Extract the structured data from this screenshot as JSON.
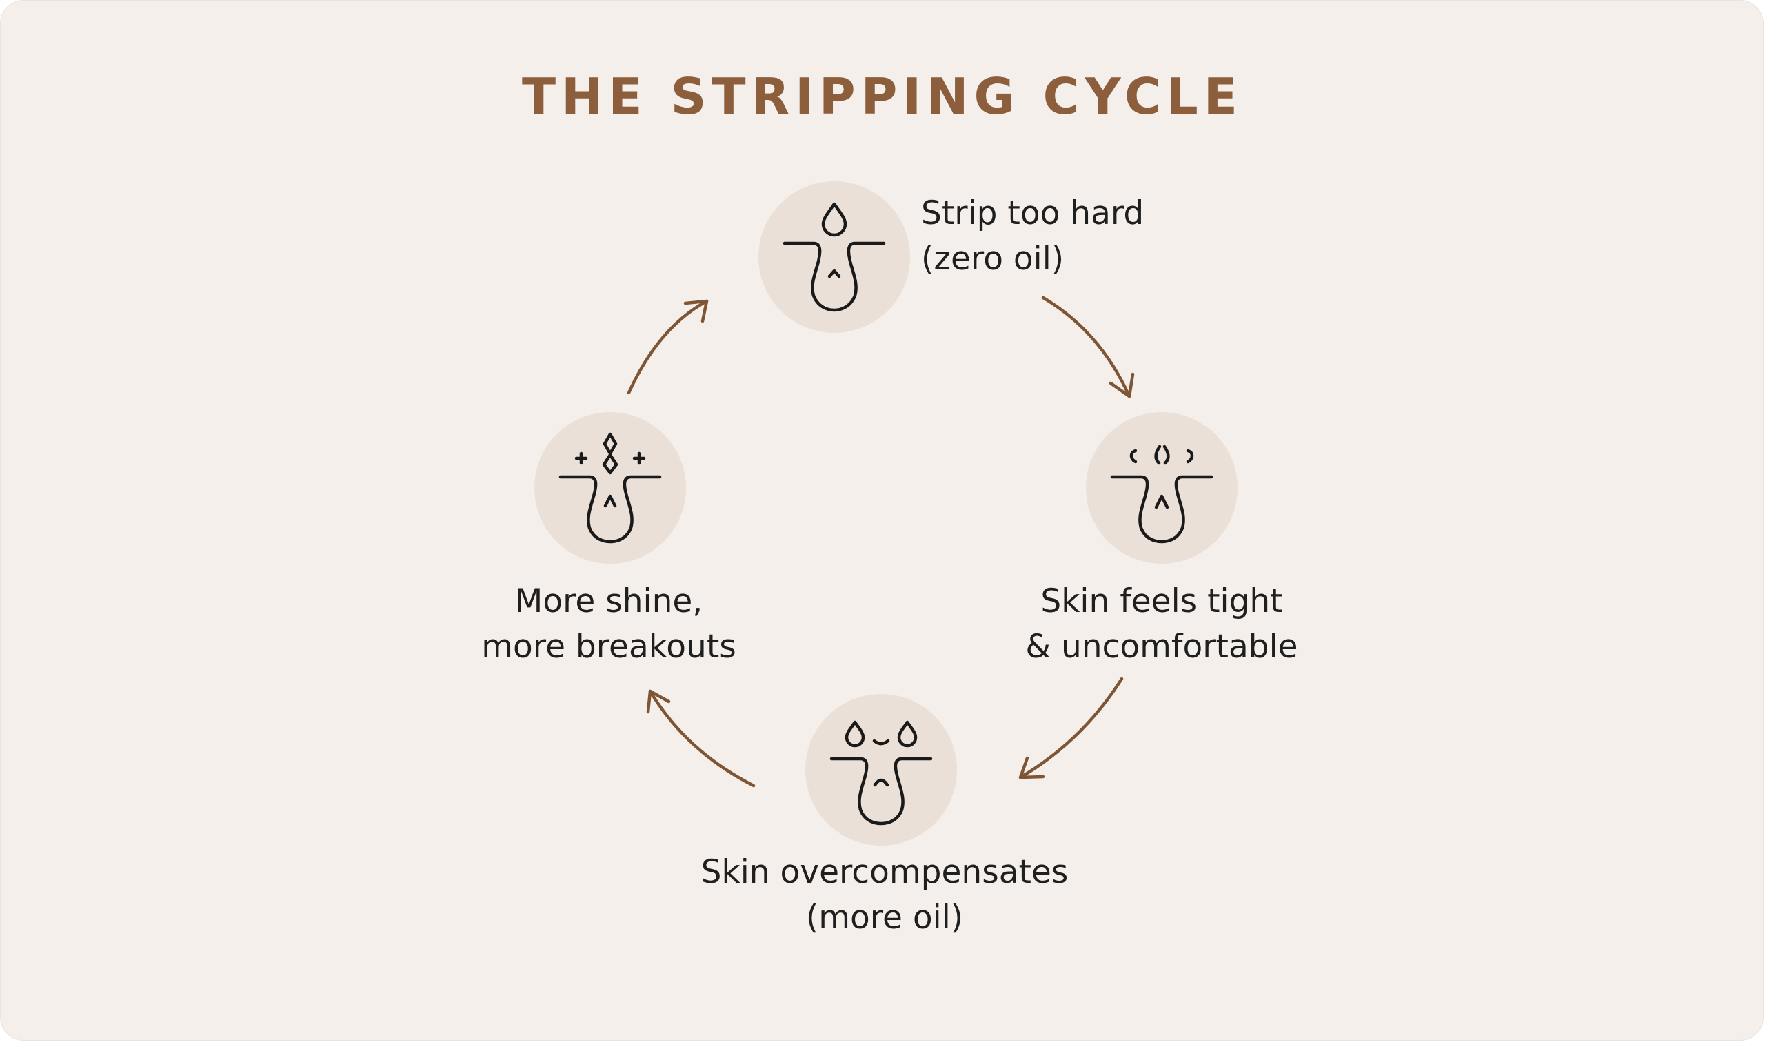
{
  "title": "THE STRIPPING CYCLE",
  "colors": {
    "background": "#f4efeb",
    "title": "#8c5e3c",
    "arrow": "#7e5535",
    "node_circle": "#ebe0d7",
    "icon_stroke": "#1a1a1a",
    "text": "#1f1f1f"
  },
  "nodes": [
    {
      "id": "strip",
      "icon": "pore-single-drop-icon",
      "lines": [
        "Strip too hard",
        "(zero oil)"
      ]
    },
    {
      "id": "tight",
      "icon": "pore-evaporating-icon",
      "lines": [
        "Skin feels tight",
        "& uncomfortable"
      ]
    },
    {
      "id": "overcompensate",
      "icon": "pore-two-drops-icon",
      "lines": [
        "Skin overcompensates",
        "(more oil)"
      ]
    },
    {
      "id": "shine",
      "icon": "pore-sparkle-icon",
      "lines": [
        "More shine,",
        "more breakouts"
      ]
    }
  ]
}
